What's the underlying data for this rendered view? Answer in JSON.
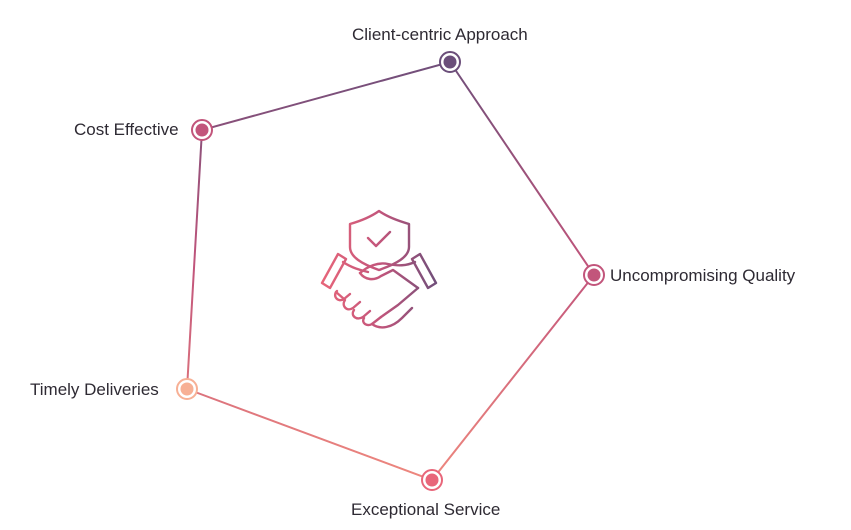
{
  "nodes": [
    {
      "id": "client",
      "label": "Client-centric Approach",
      "color": "#6b4e7a"
    },
    {
      "id": "quality",
      "label": "Uncompromising Quality",
      "color": "#c2557b"
    },
    {
      "id": "service",
      "label": "Exceptional Service",
      "color": "#e8667a"
    },
    {
      "id": "timely",
      "label": "Timely Deliveries",
      "color": "#f7b095"
    },
    {
      "id": "cost",
      "label": "Cost Effective",
      "color": "#c2557b"
    }
  ],
  "center_icon": "handshake-shield-icon",
  "colors": {
    "gradient_top": "#6b4e7a",
    "gradient_mid": "#c2557b",
    "gradient_bottom": "#f08a7e",
    "text": "#2e2a33"
  }
}
